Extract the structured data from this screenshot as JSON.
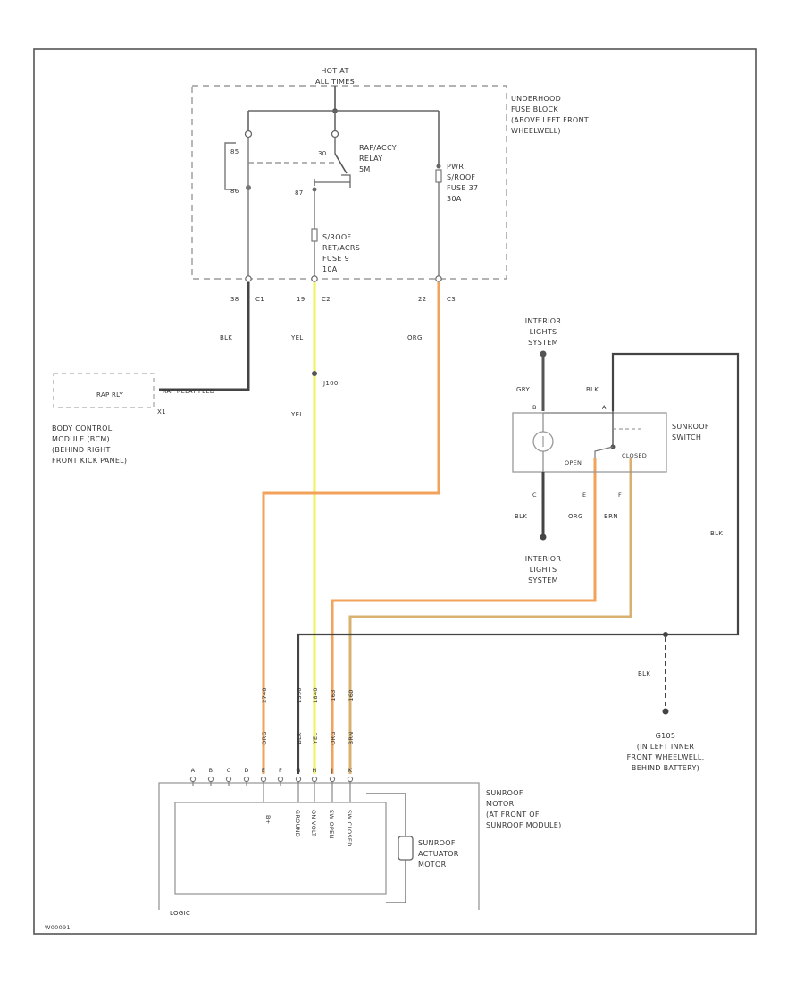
{
  "colors": {
    "frame": "#555555",
    "dashed": "#9a9a9a",
    "wire_black": "#444444",
    "wire_orange": "#f2a25a",
    "wire_yellow": "#f2f25a",
    "wire_tan": "#d8b070",
    "component": "#888888"
  },
  "fuse_block": {
    "hot_label_1": "HOT AT",
    "hot_label_2": "ALL TIMES",
    "name_lines": [
      "UNDERHOOD",
      "FUSE BLOCK",
      "(ABOVE LEFT FRONT",
      "WHEELWELL)"
    ],
    "relay_lines": [
      "RAP/ACCY",
      "RELAY",
      "5M"
    ],
    "pwr_fuse_lines": [
      "PWR",
      "S/ROOF",
      "FUSE 37",
      "30A"
    ],
    "ret_fuse_lines": [
      "S/ROOF",
      "RET/ACRS",
      "FUSE 9",
      "10A"
    ],
    "pin_85": "85",
    "pin_86": "86",
    "pin_30": "30",
    "pin_87": "87",
    "conn_c1": "C1",
    "conn_c2": "C2",
    "conn_c3": "C3",
    "cav_38": "38",
    "cav_19": "19",
    "cav_22": "22"
  },
  "wires": {
    "blk": "BLK",
    "yel": "YEL",
    "org": "ORG",
    "gry": "GRY",
    "brn": "BRN",
    "j_label": "J100"
  },
  "bcm": {
    "box_label": "RAP RLY",
    "wire_label": "RAP RELAY FEED",
    "conn": "X1",
    "desc_lines": [
      "BODY CONTROL",
      "MODULE (BCM)",
      "(BEHIND RIGHT",
      "FRONT KICK PANEL)"
    ]
  },
  "interior_top": [
    "INTERIOR",
    "LIGHTS",
    "SYSTEM"
  ],
  "interior_bottom": [
    "INTERIOR",
    "LIGHTS",
    "SYSTEM"
  ],
  "switch": {
    "name_lines": [
      "SUNROOF",
      "SWITCH"
    ],
    "pin_b": "B",
    "pin_a": "A",
    "pin_c": "C",
    "pin_e": "E",
    "pin_f": "F",
    "open": "OPEN",
    "closed": "CLOSED"
  },
  "ground": {
    "name": "G105",
    "desc_lines": [
      "(IN LEFT INNER",
      "FRONT WHEELWELL,",
      "BEHIND BATTERY)"
    ]
  },
  "motor": {
    "pin_letters": [
      "A",
      "B",
      "C",
      "D",
      "E",
      "F",
      "G",
      "H",
      "J",
      "K"
    ],
    "wire_codes": [
      "2740",
      "1550",
      "1840",
      "163",
      "160"
    ],
    "name_lines": [
      "SUNROOF",
      "MOTOR",
      "(AT FRONT OF",
      "SUNROOF MODULE)"
    ],
    "actuator_lines": [
      "SUNROOF",
      "ACTUATOR",
      "MOTOR"
    ],
    "input_labels": [
      "B+",
      "GROUND",
      "ON VOLT",
      "SW OPEN",
      "SW CLOSED"
    ],
    "logic": "LOGIC"
  },
  "footer_code": "W00091"
}
